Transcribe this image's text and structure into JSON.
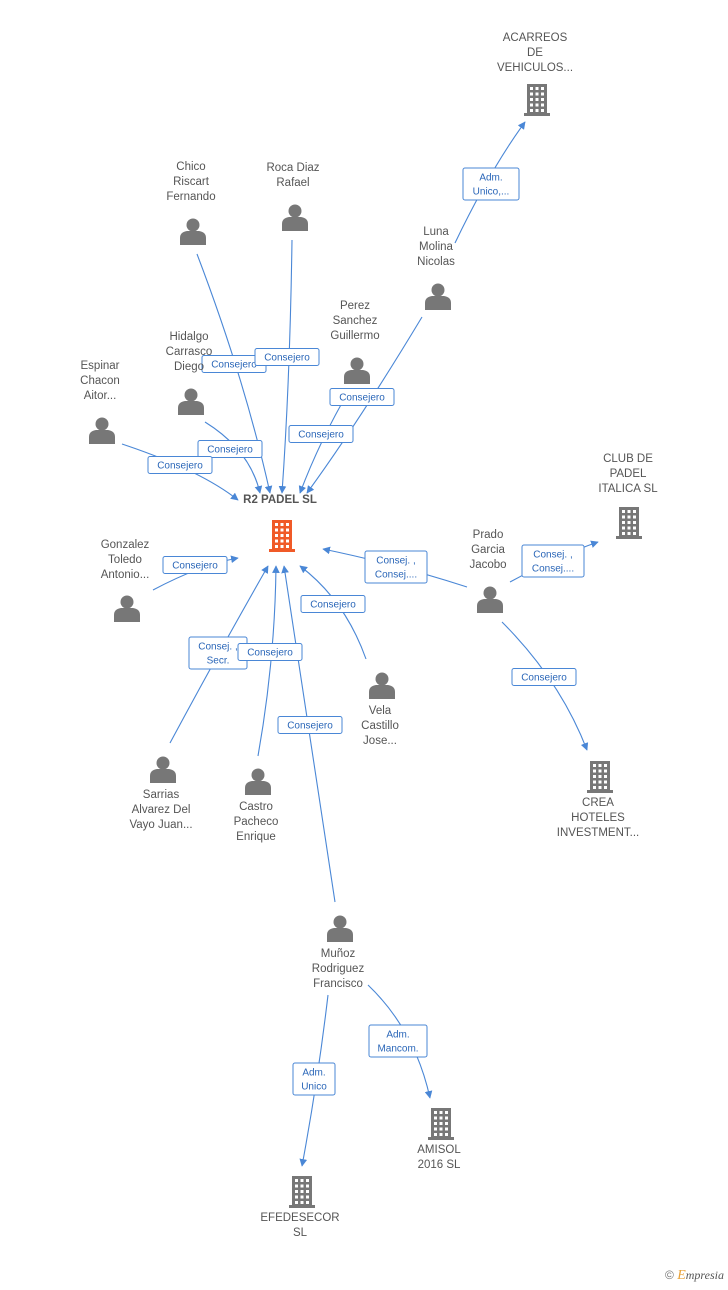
{
  "colors": {
    "edge": "#4a87d6",
    "person": "#777777",
    "company": "#777777",
    "center": "#f05a28",
    "label": "#555555"
  },
  "center": {
    "id": "r2",
    "lines": [
      "R2 PADEL   SL"
    ],
    "icon": "building-icon"
  },
  "nodes": [
    {
      "id": "acarreos",
      "type": "company",
      "lines": [
        "ACARREOS",
        "DE",
        "VEHICULOS..."
      ]
    },
    {
      "id": "chico",
      "type": "person",
      "lines": [
        "Chico",
        "Riscart",
        "Fernando"
      ]
    },
    {
      "id": "roca",
      "type": "person",
      "lines": [
        "Roca Diaz",
        "Rafael"
      ]
    },
    {
      "id": "luna",
      "type": "person",
      "lines": [
        "Luna",
        "Molina",
        "Nicolas"
      ]
    },
    {
      "id": "perez",
      "type": "person",
      "lines": [
        "Perez",
        "Sanchez",
        "Guillermo"
      ]
    },
    {
      "id": "hidalgo",
      "type": "person",
      "lines": [
        "Hidalgo",
        "Carrasco",
        "Diego"
      ]
    },
    {
      "id": "espinar",
      "type": "person",
      "lines": [
        "Espinar",
        "Chacon",
        "Aitor..."
      ]
    },
    {
      "id": "clubpadel",
      "type": "company",
      "lines": [
        "CLUB DE",
        "PADEL",
        "ITALICA SL"
      ]
    },
    {
      "id": "prado",
      "type": "person",
      "lines": [
        "Prado",
        "Garcia",
        "Jacobo"
      ]
    },
    {
      "id": "gonzalez",
      "type": "person",
      "lines": [
        "Gonzalez",
        "Toledo",
        "Antonio..."
      ]
    },
    {
      "id": "vela",
      "type": "person",
      "lines": [
        "Vela",
        "Castillo",
        "Jose..."
      ]
    },
    {
      "id": "crea",
      "type": "company",
      "lines": [
        "CREA",
        "HOTELES",
        "INVESTMENT..."
      ]
    },
    {
      "id": "sarrias",
      "type": "person",
      "lines": [
        "Sarrias",
        "Alvarez Del",
        "Vayo Juan..."
      ]
    },
    {
      "id": "castro",
      "type": "person",
      "lines": [
        "Castro",
        "Pacheco",
        "Enrique"
      ]
    },
    {
      "id": "munoz",
      "type": "person",
      "lines": [
        "Muñoz",
        "Rodriguez",
        "Francisco"
      ]
    },
    {
      "id": "amisol",
      "type": "company",
      "lines": [
        "AMISOL",
        "2016 SL"
      ]
    },
    {
      "id": "efedesecor",
      "type": "company",
      "lines": [
        "EFEDESECOR",
        "SL"
      ]
    }
  ],
  "edges": [
    {
      "from": "luna",
      "to": "acarreos",
      "label": [
        "Adm.",
        "Unico,..."
      ]
    },
    {
      "from": "chico",
      "to": "r2",
      "label": [
        "Consejero"
      ]
    },
    {
      "from": "roca",
      "to": "r2",
      "label": [
        "Consejero"
      ]
    },
    {
      "from": "perez",
      "to": "r2",
      "label": [
        "Consejero"
      ]
    },
    {
      "from": "luna",
      "to": "r2",
      "label": [
        "Consejero"
      ]
    },
    {
      "from": "hidalgo",
      "to": "r2",
      "label": [
        "Consejero"
      ]
    },
    {
      "from": "espinar",
      "to": "r2",
      "label": [
        "Consejero"
      ]
    },
    {
      "from": "gonzalez",
      "to": "r2",
      "label": [
        "Consejero"
      ]
    },
    {
      "from": "prado",
      "to": "r2",
      "label": [
        "Consej. ,",
        "Consej...."
      ]
    },
    {
      "from": "prado",
      "to": "clubpadel",
      "label": [
        "Consej. ,",
        "Consej...."
      ]
    },
    {
      "from": "prado",
      "to": "crea",
      "label": [
        "Consejero"
      ]
    },
    {
      "from": "vela",
      "to": "r2",
      "label": [
        "Consejero"
      ]
    },
    {
      "from": "sarrias",
      "to": "r2",
      "label": [
        "Consej. ,",
        "Secr."
      ]
    },
    {
      "from": "castro",
      "to": "r2",
      "label": [
        "Consejero"
      ]
    },
    {
      "from": "munoz",
      "to": "r2",
      "label": [
        "Consejero"
      ]
    },
    {
      "from": "munoz",
      "to": "amisol",
      "label": [
        "Adm.",
        "Mancom."
      ]
    },
    {
      "from": "munoz",
      "to": "efedesecor",
      "label": [
        "Adm.",
        "Unico"
      ]
    }
  ],
  "watermark": {
    "symbol": "©",
    "brand_initial": "E",
    "brand_rest": "mpresia"
  }
}
